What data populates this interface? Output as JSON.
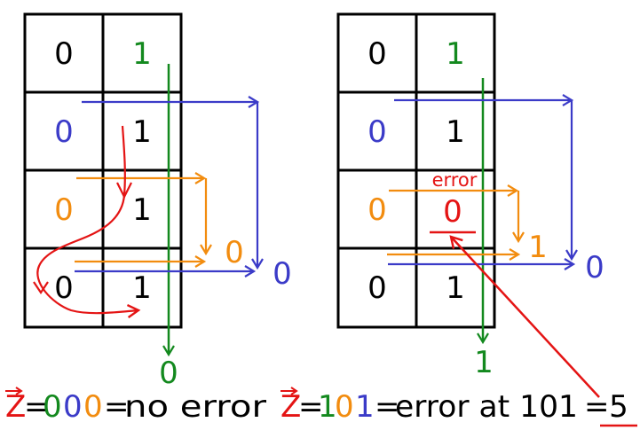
{
  "colors": {
    "black": "#000000",
    "green": "#13891e",
    "blue": "#3b3bc8",
    "orange": "#f28c0f",
    "red": "#e41414"
  },
  "left_grid": {
    "cells": [
      [
        "0",
        "1"
      ],
      [
        "0",
        "1"
      ],
      [
        "0",
        "1"
      ],
      [
        "0",
        "1"
      ]
    ],
    "cell_colors": [
      [
        "black",
        "green"
      ],
      [
        "blue",
        "black"
      ],
      [
        "orange",
        "black"
      ],
      [
        "black",
        "black"
      ]
    ],
    "parity_results": {
      "green": "0",
      "orange": "0",
      "blue": "0"
    }
  },
  "right_grid": {
    "cells": [
      [
        "0",
        "1"
      ],
      [
        "0",
        "1"
      ],
      [
        "0",
        "0"
      ],
      [
        "0",
        "1"
      ]
    ],
    "cell_colors": [
      [
        "black",
        "green"
      ],
      [
        "blue",
        "black"
      ],
      [
        "orange",
        "red"
      ],
      [
        "black",
        "black"
      ]
    ],
    "error_label": "error",
    "parity_results": {
      "green": "1",
      "orange": "1",
      "blue": "0"
    }
  },
  "equations": {
    "left": {
      "z_symbol": "Z",
      "equals": "=",
      "bits": [
        "0",
        "0",
        "0"
      ],
      "equals2": "=",
      "result": "no error"
    },
    "right": {
      "z_symbol": "Z",
      "equals": "=",
      "bits": [
        "1",
        "0",
        "1"
      ],
      "equals2": "=",
      "result": "error at 101",
      "equals3": "=",
      "position": "5"
    }
  }
}
